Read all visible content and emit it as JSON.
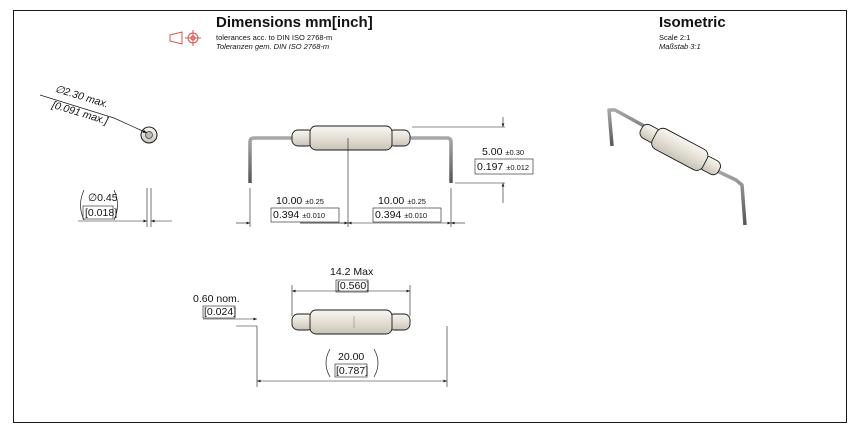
{
  "header": {
    "title": "Dimensions mm[inch]",
    "line1": "tolerances acc. to DIN ISO 2768-m",
    "line2": "Toleranzen gem. DIN ISO 2768-m"
  },
  "isometric": {
    "title": "Isometric",
    "scale": "Scale 2:1",
    "scale_de": "Maßstab 3:1"
  },
  "dimensions": {
    "body_diameter_mm": "∅2.30 max.",
    "body_diameter_in": "[0.091 max.]",
    "lead_diameter_mm": "∅0.45",
    "lead_diameter_in": "[0.018]",
    "lead_left_mm": "10.00",
    "lead_left_mm_tol": "±0.25",
    "lead_left_in": "0.394",
    "lead_left_in_tol": "±0.010",
    "lead_right_mm": "10.00",
    "lead_right_mm_tol": "±0.25",
    "lead_right_in": "0.394",
    "lead_right_in_tol": "±0.010",
    "height_mm": "5.00",
    "height_mm_tol": "±0.30",
    "height_in": "0.197",
    "height_in_tol": "±0.012",
    "body_length_mm": "14.2 Max",
    "body_length_in": "[0.560]",
    "lead_flat_mm": "0.60 nom.",
    "lead_flat_in": "[0.024]",
    "overall_mm": "20.00",
    "overall_in": "[0.787]"
  },
  "colors": {
    "line": "#1a1a1a",
    "body_fill": "#e9e6df",
    "lead": "#6b6b6b",
    "projection_symbol": "#d9534f"
  }
}
